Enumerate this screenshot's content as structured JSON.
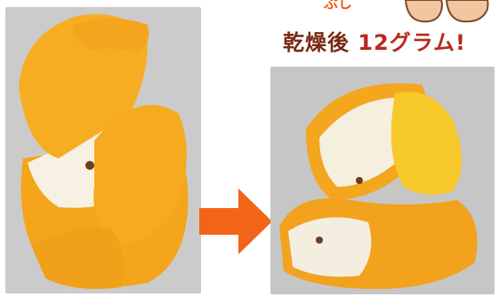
{
  "caption": {
    "top_fragment": "ぷし",
    "dried_label": "乾燥後",
    "weight_label": "12グラム!"
  },
  "colors": {
    "caption_dark": "#7a2a14",
    "caption_bright": "#b8281b",
    "arrow": "#f26418",
    "peel_orange": "#f6a91e",
    "peel_inner": "#f7f3e6",
    "background_gray": "#c8c8c8"
  },
  "arrow_direction": "right"
}
